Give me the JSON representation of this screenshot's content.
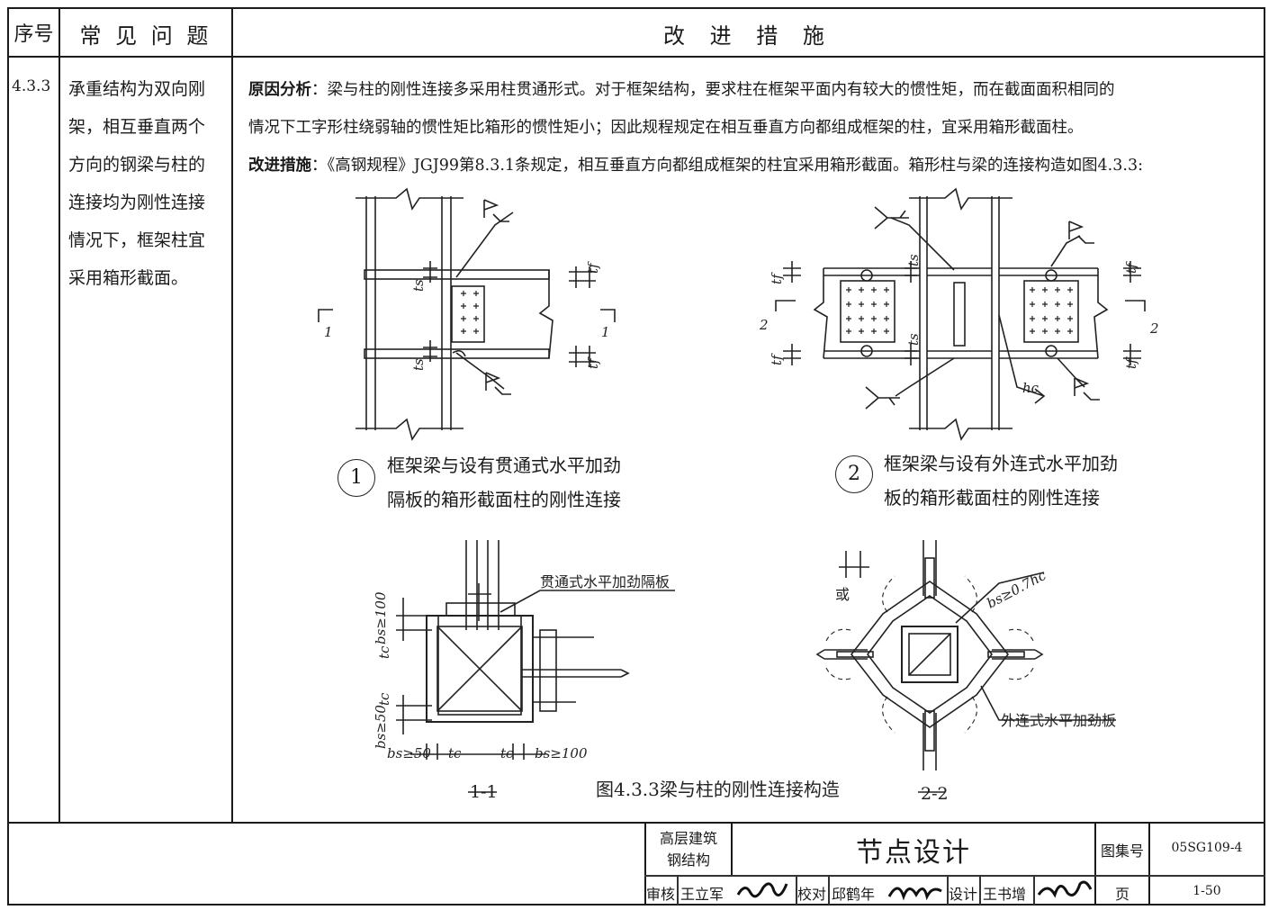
{
  "header": {
    "col_no": "序号",
    "col_problem": "常 见 问 题",
    "col_measure": "改 进 措 施"
  },
  "row": {
    "number": "4.3.3",
    "problem_lines": [
      "承重结构为双向刚",
      "架，相互垂直两个",
      "方向的钢梁与柱的",
      "连接均为刚性连接",
      "情况下，框架柱宜",
      "采用箱形截面。"
    ],
    "analysis_label": "原因分析",
    "analysis_line1": "：梁与柱的刚性连接多采用柱贯通形式。对于框架结构，要求柱在框架平面内有较大的惯性矩，而在截面面积相同的",
    "analysis_line2": "情况下工字形柱绕弱轴的惯性矩比箱形的惯性矩小；因此规程规定在相互垂直方向都组成框架的柱，宜采用箱形截面柱。",
    "measure_label": "改进措施",
    "measure_line": "：《高钢规程》JGJ99第8.3.1条规定，相互垂直方向都组成框架的柱宜采用箱形截面。箱形柱与梁的连接构造如图4.3.3:"
  },
  "figures": {
    "fig1_num": "1",
    "fig1_caption": [
      "框架梁与设有贯通式水平加劲",
      "隔板的箱形截面柱的刚性连接"
    ],
    "fig2_num": "2",
    "fig2_caption": [
      "框架梁与设有外连式水平加劲",
      "板的箱形截面柱的刚性连接"
    ],
    "section1_label": "1-1",
    "section2_label": "2-2",
    "section1_note": "贯通式水平加劲隔板",
    "section2_note": "外连式水平加劲板",
    "figure_title": "图4.3.3梁与柱的刚性连接构造",
    "dim_bs100": "bs≥100",
    "dim_bs50": "bs≥50",
    "dim_tc": "tc",
    "dim_bs07": "bs≥0.7hc",
    "dim_or": "或",
    "sec_marks": [
      "1",
      "1",
      "2",
      "2"
    ],
    "labels_ts": "ts",
    "labels_tf": "tf",
    "labels_hc": "hc",
    "bottom_dims": [
      "bs≥50",
      "tc",
      "tc",
      "bs≥100"
    ]
  },
  "title_block": {
    "category_line1": "高层建筑",
    "category_line2": "钢结构",
    "title": "节点设计",
    "atlas_label": "图集号",
    "atlas_no": "05SG109-4",
    "review_label": "审核",
    "reviewer": "王立军",
    "check_label": "校对",
    "checker": "邱鹤年",
    "design_label": "设计",
    "designer": "王书增",
    "page_label": "页",
    "page_no": "1-50"
  }
}
